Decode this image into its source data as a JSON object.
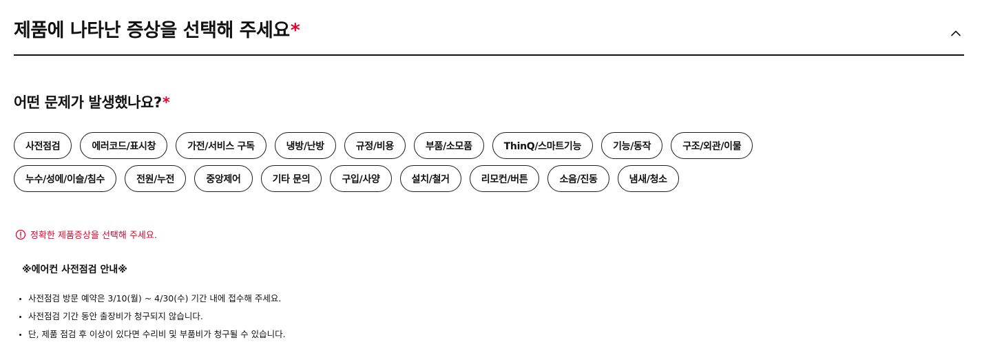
{
  "section": {
    "title": "제품에 나타난 증상을 선택해 주세요",
    "required_mark": "*"
  },
  "question": {
    "label": "어떤 문제가 발생했나요?",
    "required_mark": "*"
  },
  "symptom_chips": [
    "사전점검",
    "에러코드/표시창",
    "가전/서비스 구독",
    "냉방/난방",
    "규정/비용",
    "부품/소모품",
    "ThinQ/스마트기능",
    "기능/동작",
    "구조/외관/이물",
    "누수/성에/이슬/침수",
    "전원/누전",
    "중앙제어",
    "기타 문의",
    "구입/사양",
    "설치/철거",
    "리모컨/버튼",
    "소음/진동",
    "냄새/청소"
  ],
  "error": {
    "icon": "alert-circle-icon",
    "message": "정확한 제품증상을 선택해 주세요."
  },
  "notice": {
    "title": "※에어컨 사전점검 안내※",
    "items": [
      "사전점검 방문 예약은 3/10(월) ~ 4/30(수) 기간 내에 접수해 주세요.",
      "사전점검 기간 동안 출장비가 청구되지 않습니다.",
      "단, 제품 점검 후 이상이 있다면 수리비 및 부품비가 청구될 수 있습니다."
    ]
  },
  "colors": {
    "accent_red": "#e4032e",
    "text": "#111111",
    "border": "#1a1a1a"
  },
  "icons": {
    "collapse": "chevron-up-icon"
  }
}
